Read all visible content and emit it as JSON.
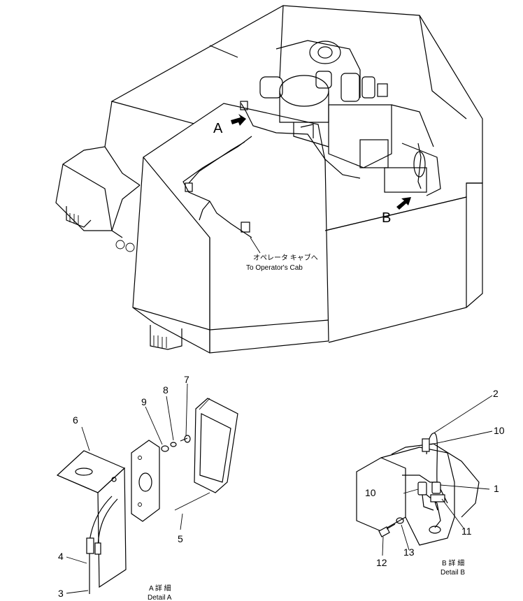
{
  "main_view": {
    "callout_a": "A",
    "callout_b": "B",
    "operator_cab_jp": "オペレータ キャブへ",
    "operator_cab_en": "To Operator's Cab"
  },
  "detail_a": {
    "caption_jp": "A 詳 細",
    "caption_en": "Detail A",
    "part_numbers": [
      "3",
      "4",
      "5",
      "6",
      "7",
      "8",
      "9"
    ]
  },
  "detail_b": {
    "caption_jp": "B 詳 細",
    "caption_en": "Detail B",
    "part_numbers": [
      "1",
      "2",
      "10",
      "10",
      "11",
      "12",
      "13"
    ]
  }
}
